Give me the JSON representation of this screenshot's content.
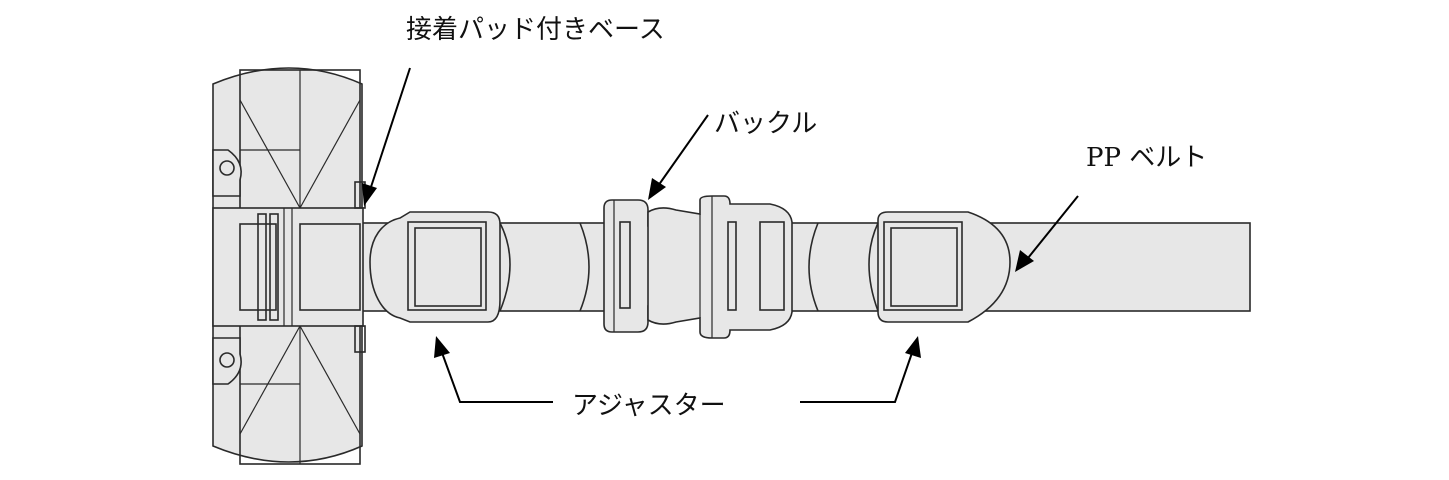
{
  "labels": {
    "base": "接着パッド付きベース",
    "buckle": "バックル",
    "belt": "PP ベルト",
    "adjuster": "アジャスター"
  }
}
